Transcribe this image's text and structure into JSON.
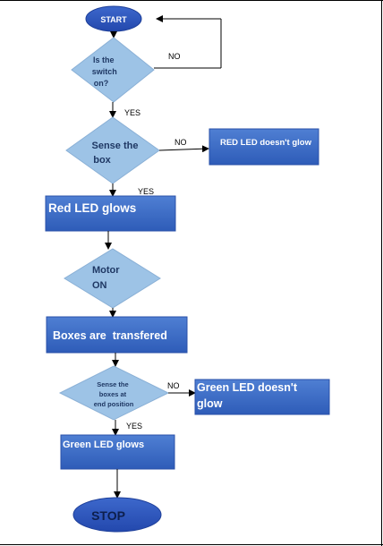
{
  "flowchart": {
    "start": "START",
    "decision_switch": [
      "Is the",
      "switch",
      "on?"
    ],
    "decision_sense_box": [
      "Sense the",
      "box"
    ],
    "red_led_no_glow": "RED LED doesn't glow",
    "red_led_glows": "Red LED glows",
    "motor_on": [
      "Motor",
      "ON"
    ],
    "boxes_transferred": "Boxes are  transfered",
    "decision_end_position": [
      "Sense the",
      "boxes at",
      "end position"
    ],
    "green_led_no_glow": [
      "Green LED doesn't",
      "glow"
    ],
    "green_led_glows": "Green LED glows",
    "stop": "STOP",
    "label_no_1": "NO",
    "label_yes_1": "YES",
    "label_no_2": "NO",
    "label_yes_2": "YES",
    "label_no_3": "NO",
    "label_yes_3": "YES"
  },
  "colors": {
    "oval": "#2f55c0",
    "rect": "#4472c4",
    "rect_dark": "#2e58b8",
    "diamond": "#9dc3e6",
    "arrow": "#000000"
  }
}
